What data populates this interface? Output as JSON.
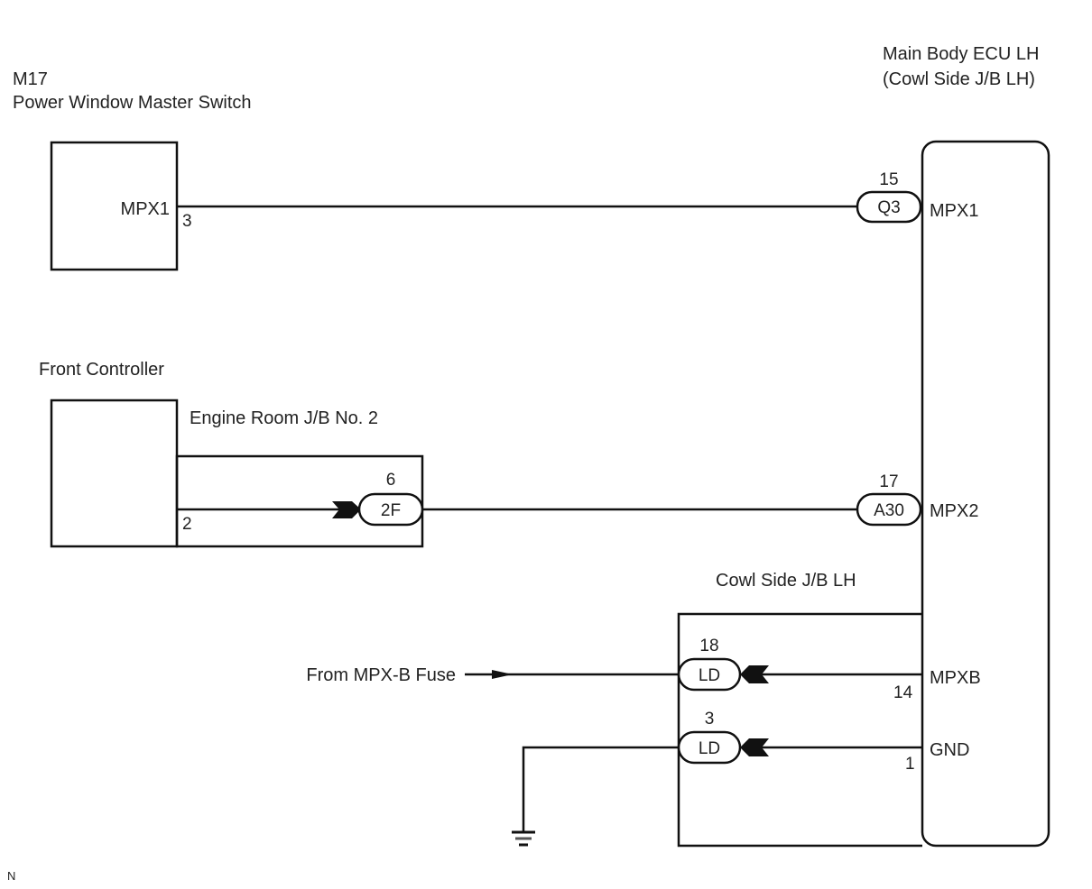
{
  "components": {
    "switch": {
      "code": "M17",
      "name": "Power Window Master Switch",
      "terminal_label": "MPX1",
      "pin": "3"
    },
    "front_controller": {
      "name": "Front Controller",
      "pin": "2"
    },
    "engine_room_jb": {
      "name": "Engine Room J/B No. 2",
      "connector": "2F",
      "pin": "6"
    },
    "ecu": {
      "name_line1": "Main Body ECU LH",
      "name_line2": "(Cowl Side J/B LH)",
      "terminals": {
        "mpx1": "MPX1",
        "mpx2": "MPX2",
        "mpxb": "MPXB",
        "gnd": "GND"
      },
      "pins": {
        "mpxb": "14",
        "gnd": "1"
      },
      "connectors": {
        "q3": {
          "label": "Q3",
          "pin": "15"
        },
        "a30": {
          "label": "A30",
          "pin": "17"
        }
      }
    },
    "cowl_jb": {
      "name": "Cowl Side J/B LH",
      "connectors": [
        {
          "label": "LD",
          "pin": "18"
        },
        {
          "label": "LD",
          "pin": "3"
        }
      ]
    },
    "fuse_source": "From MPX-B Fuse"
  },
  "footer_mark": "N"
}
